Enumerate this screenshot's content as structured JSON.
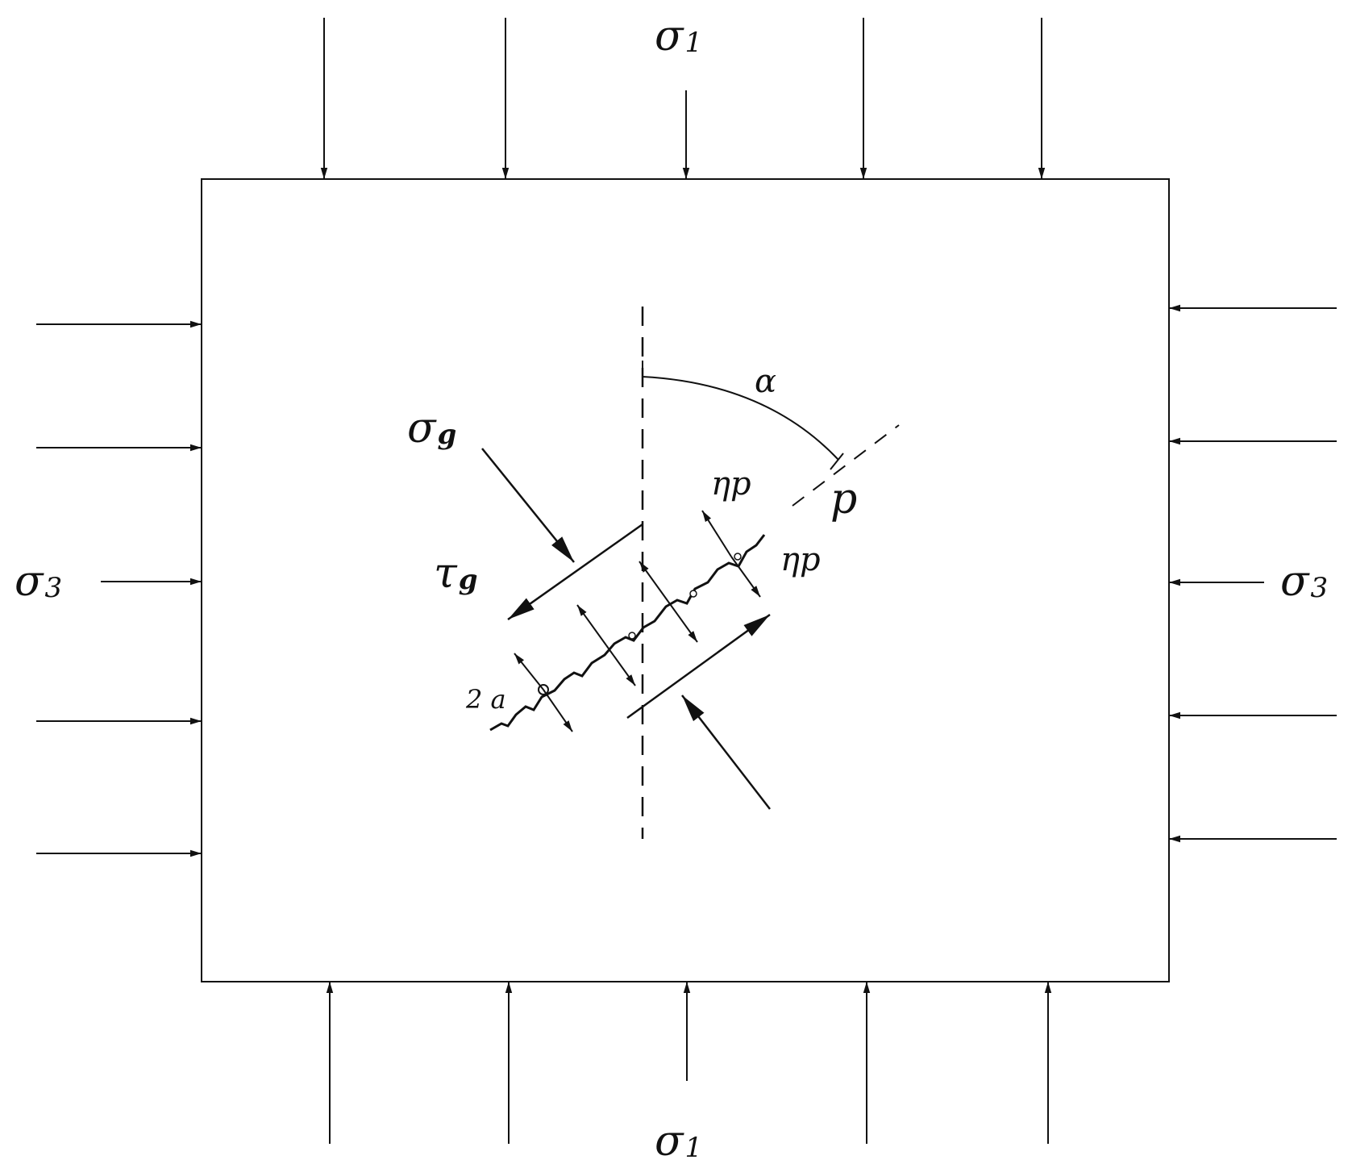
{
  "labels": {
    "sigma1_top": {
      "main": "σ",
      "sub": "1"
    },
    "sigma1_bottom": {
      "main": "σ",
      "sub": "1"
    },
    "sigma3_left": {
      "main": "σ",
      "sub": "3"
    },
    "sigma3_right": {
      "main": "σ",
      "sub": "3"
    },
    "sigma_g": {
      "main": "σ",
      "sub": "g"
    },
    "tau_g": {
      "main": "τ",
      "sub": "g"
    },
    "alpha": "α",
    "p": "p",
    "eta_p_upper": "ηp",
    "eta_p_lower": "ηp",
    "crack_length": "2 a"
  },
  "colors": {
    "stroke": "#111111",
    "background": "#ffffff"
  }
}
